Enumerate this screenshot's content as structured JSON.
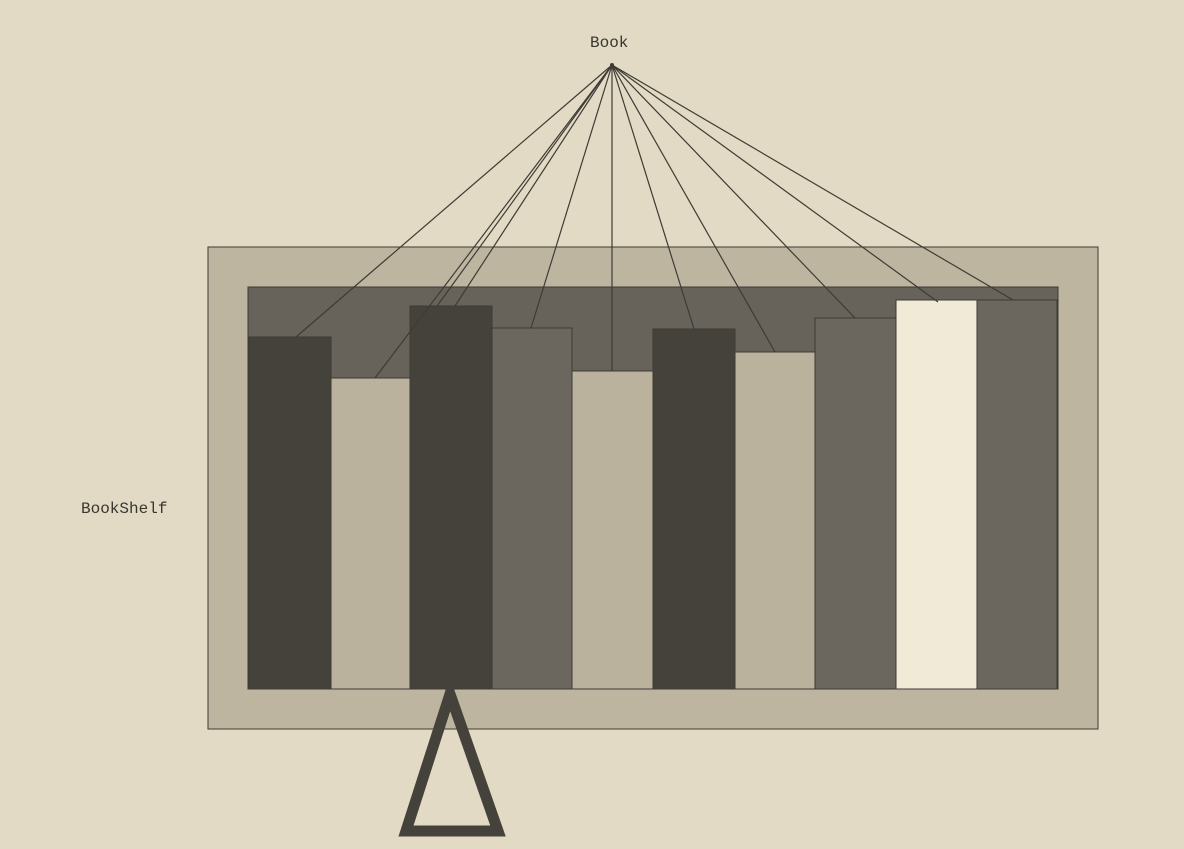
{
  "labels": {
    "book": "Book",
    "bookshelf": "BookShelf"
  },
  "colors": {
    "background": "#e2dac4",
    "frame": "#bdb5a0",
    "shelf_interior": "#67635a",
    "line": "#3e3b35",
    "book_dark": "#45423b",
    "book_mid": "#6b675e",
    "book_light": "#bab29c",
    "book_white": "#f1ead7"
  },
  "books": [
    {
      "shade": "dark"
    },
    {
      "shade": "light"
    },
    {
      "shade": "dark"
    },
    {
      "shade": "mid"
    },
    {
      "shade": "light"
    },
    {
      "shade": "dark"
    },
    {
      "shade": "light"
    },
    {
      "shade": "mid"
    },
    {
      "shade": "white"
    },
    {
      "shade": "mid"
    }
  ],
  "icons": {
    "pointer": "triangle-pointer-icon"
  }
}
